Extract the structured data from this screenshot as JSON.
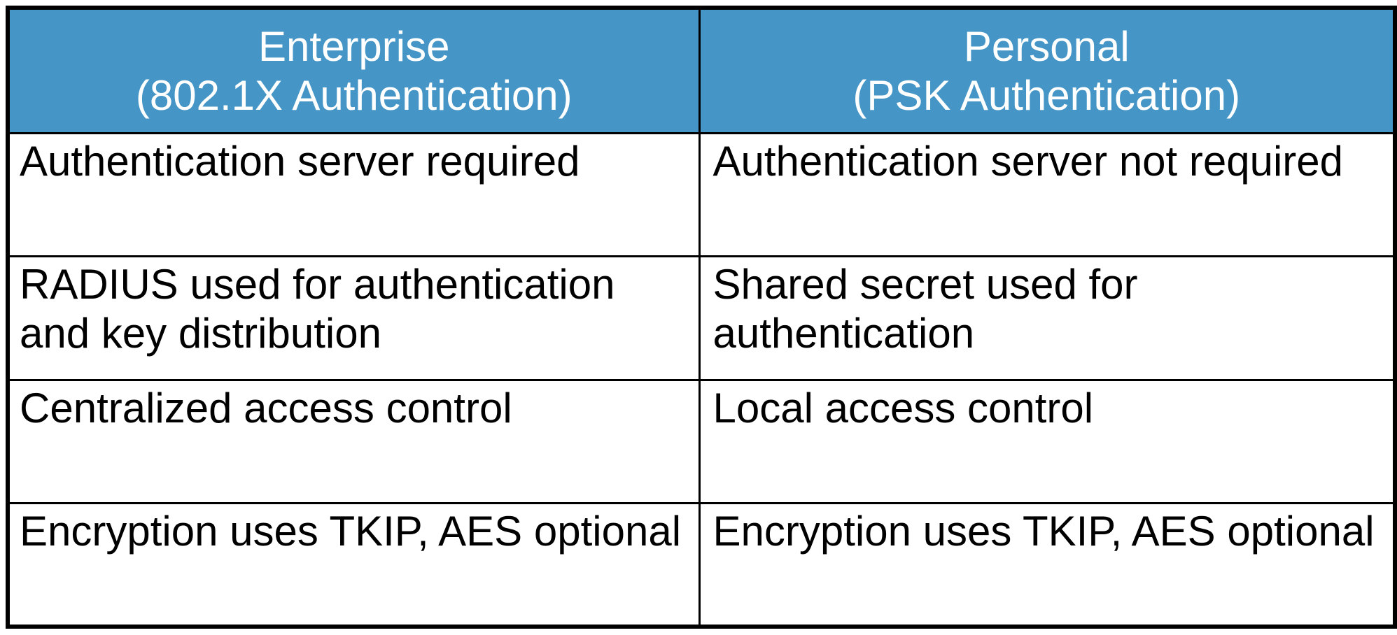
{
  "table": {
    "headers": [
      {
        "line1": "Enterprise",
        "line2": "(802.1X Authentication)"
      },
      {
        "line1": "Personal",
        "line2": "(PSK Authentication)"
      }
    ],
    "rows": [
      {
        "enterprise": "Authentication server required",
        "personal": "Authentication server not required"
      },
      {
        "enterprise": "RADIUS used for authentication and key distribution",
        "personal": "Shared secret used for authentication"
      },
      {
        "enterprise": "Centralized access control",
        "personal": "Local access control"
      },
      {
        "enterprise": "Encryption uses TKIP, AES optional",
        "personal": "Encryption uses TKIP, AES optional"
      }
    ],
    "colors": {
      "header_background": "#4596c6",
      "header_text": "#ffffff",
      "body_text": "#000000",
      "border": "#000000"
    }
  }
}
